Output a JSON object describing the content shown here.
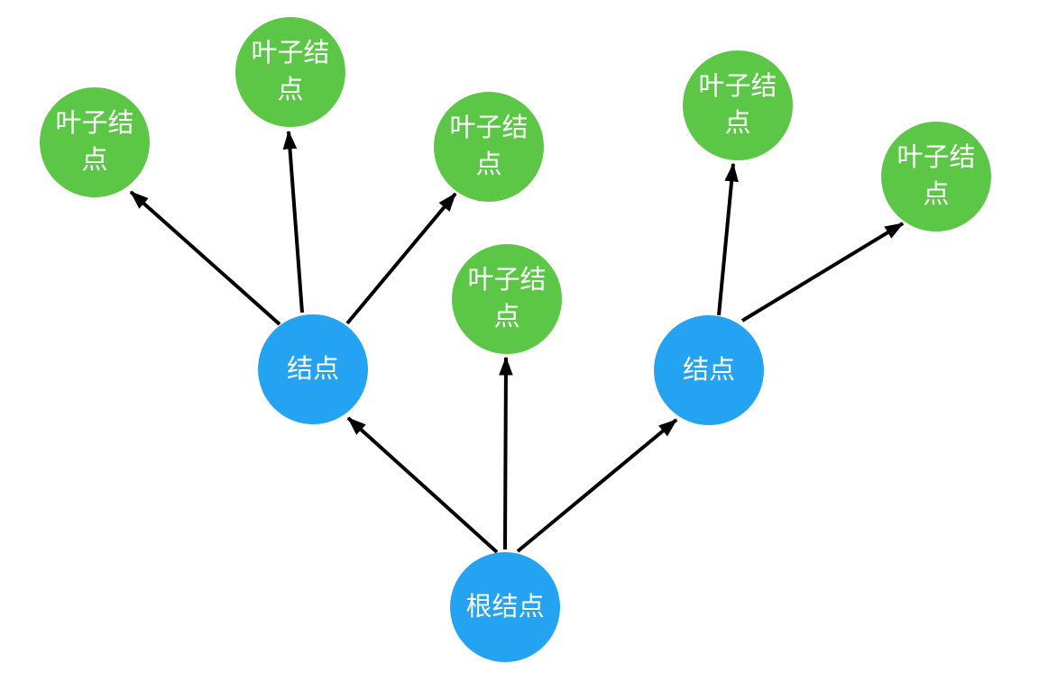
{
  "colors": {
    "background": "#FFFFFF",
    "leaf_fill": "#5CC747",
    "branch_fill": "#23A3F2",
    "label_text": "#FFFFFF",
    "arrow": "#000000"
  },
  "nodes": [
    {
      "id": "root",
      "label": "根结点",
      "type": "branch"
    },
    {
      "id": "node-left",
      "label": "结点",
      "type": "branch"
    },
    {
      "id": "node-right",
      "label": "结点",
      "type": "branch"
    },
    {
      "id": "leaf-1",
      "label": "叶子结点",
      "type": "leaf"
    },
    {
      "id": "leaf-2",
      "label": "叶子结点",
      "type": "leaf"
    },
    {
      "id": "leaf-3",
      "label": "叶子结点",
      "type": "leaf"
    },
    {
      "id": "leaf-4",
      "label": "叶子结点",
      "type": "leaf"
    },
    {
      "id": "leaf-5",
      "label": "叶子结点",
      "type": "leaf"
    },
    {
      "id": "leaf-6",
      "label": "叶子结点",
      "type": "leaf"
    }
  ],
  "edges": [
    {
      "from": "root",
      "to": "node-left"
    },
    {
      "from": "root",
      "to": "leaf-4"
    },
    {
      "from": "root",
      "to": "node-right"
    },
    {
      "from": "node-left",
      "to": "leaf-1"
    },
    {
      "from": "node-left",
      "to": "leaf-2"
    },
    {
      "from": "node-left",
      "to": "leaf-3"
    },
    {
      "from": "node-right",
      "to": "leaf-5"
    },
    {
      "from": "node-right",
      "to": "leaf-6"
    }
  ]
}
